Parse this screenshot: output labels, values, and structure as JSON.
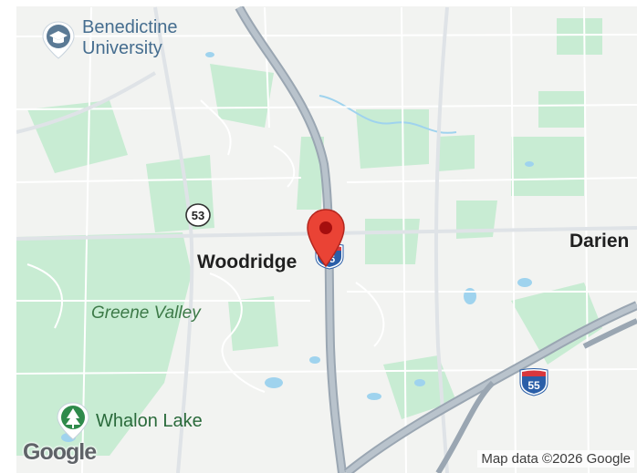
{
  "map": {
    "places": {
      "city_woodridge": "Woodridge",
      "city_darien": "Darien",
      "poi_benedictine": [
        "Benedictine",
        "University"
      ],
      "park_greene_valley": "Greene Valley",
      "poi_whalon_lake": "Whalon Lake"
    },
    "route_shields": {
      "us53": "53",
      "i55_top": "55",
      "i55_bottom": "55"
    },
    "attribution": "Map data ©2026 Google",
    "logo": "Google",
    "icons": {
      "marker": "location-pin-icon",
      "university": "graduation-cap-icon",
      "park": "tree-icon"
    },
    "colors": {
      "marker": "#ea4335",
      "park": "#c8ecd3",
      "interstate_blue": "#2a5ea8",
      "interstate_red": "#d8373d",
      "road": "#ffffff",
      "highway": "#9aa6b2"
    }
  }
}
